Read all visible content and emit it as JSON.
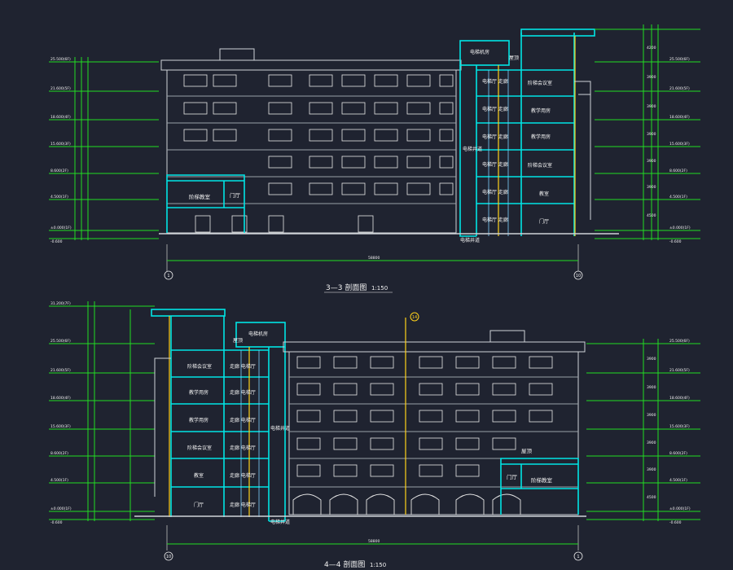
{
  "drawing": {
    "section_3": {
      "title": "3—3 剖面图",
      "scale": "1:150",
      "axis_left": "1",
      "axis_right": "10",
      "overall_dim": "58800",
      "room_labels": [
        "阶梯教室",
        "门厅",
        "电梯机房",
        "屋顶",
        "电梯厅 走廊",
        "电梯井道",
        "阶梯会议室",
        "教学用房",
        "教学用房",
        "阶梯会议室",
        "教室",
        "门厅",
        "电梯井道"
      ],
      "levels_left": [
        "25.500(6F)",
        "21.600(5F)",
        "18.600(4F)",
        "15.600(3F)",
        "8.600(2F)",
        "4.500(1F)",
        "±0.000(1F)",
        "-0.600"
      ],
      "levels_right": [
        "25.500(6F)",
        "21.600(5F)",
        "18.600(4F)",
        "15.600(3F)",
        "8.600(2F)",
        "4.500(1F)",
        "±0.000(1F)",
        "-0.600"
      ],
      "dims_right": [
        "4200",
        "3900",
        "3900",
        "3900",
        "3900",
        "3900",
        "4500"
      ]
    },
    "section_4": {
      "title": "4—4 剖面图",
      "scale": "1:150",
      "axis_left": "10",
      "axis_right": "1",
      "top_axis": "14",
      "overall_dim": "58800",
      "room_labels": [
        "阶梯会议室",
        "教学用房",
        "教学用房",
        "阶梯会议室",
        "教室",
        "门厅",
        "走廊 电梯厅",
        "电梯机房",
        "屋顶",
        "电梯井道",
        "电梯井道",
        "屋顶",
        "阶梯教室",
        "门厅"
      ],
      "levels_left": [
        "31.200(7F)",
        "25.500(6F)",
        "21.600(5F)",
        "18.600(4F)",
        "15.600(3F)",
        "8.600(2F)",
        "4.500(1F)",
        "±0.000(1F)",
        "-0.600"
      ],
      "levels_right": [
        "25.500(6F)",
        "21.600(5F)",
        "18.600(4F)",
        "15.600(3F)",
        "8.600(2F)",
        "4.500(1F)",
        "±0.000(1F)",
        "-0.600"
      ],
      "dims_right": [
        "3900",
        "3900",
        "3900",
        "3900",
        "3900",
        "4500"
      ]
    },
    "colors": {
      "background": "#1f2330",
      "dimension": "#22dd22",
      "wall": "#00e5e5",
      "window": "#e8e8e8",
      "text": "#f2f2f2",
      "accent": "#ffd21a",
      "axis": "#bbbbbb"
    }
  }
}
